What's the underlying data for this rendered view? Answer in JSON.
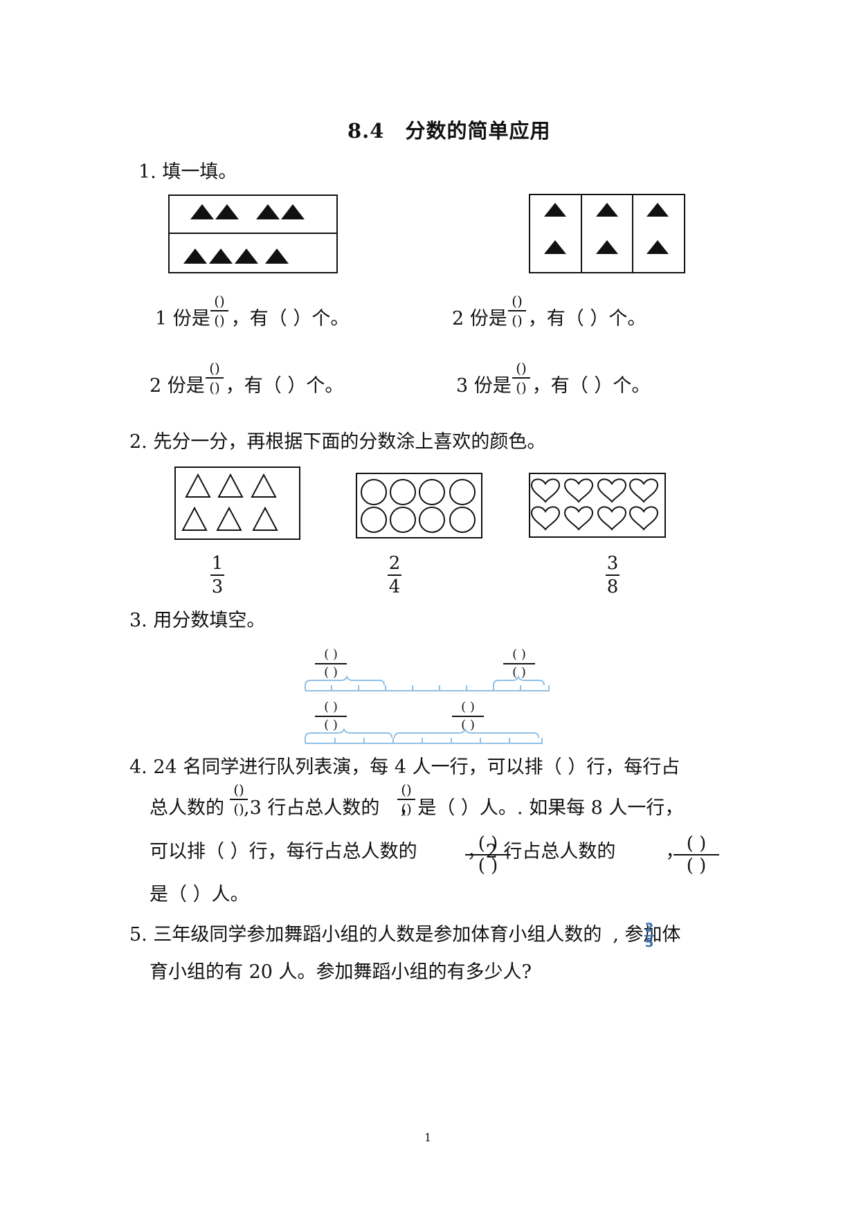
{
  "title": "8.4　分数的简单应用",
  "q1": {
    "label": "1.  填一填。",
    "lines": [
      {
        "prefix": "1 份是",
        "suffix": "，有（    ）个。"
      },
      {
        "prefix": "2 份是",
        "suffix": "，有（    ）个。"
      },
      {
        "prefix": "2 份是",
        "suffix": "，有（    ）个。"
      },
      {
        "prefix": "3 份是",
        "suffix": "，有（    ）个。"
      }
    ],
    "blank": "()"
  },
  "q2": {
    "label": "2. 先分一分，再根据下面的分数涂上喜欢的颜色。",
    "fractions": [
      {
        "num": "1",
        "den": "3"
      },
      {
        "num": "2",
        "den": "4"
      },
      {
        "num": "3",
        "den": "8"
      }
    ]
  },
  "q3": {
    "label": "3.  用分数填空。",
    "blank": "(  )"
  },
  "q4": {
    "line1": "4.  24 名同学进行队列表演，每 4 人一行，可以排（    ）行，每行占",
    "line2_a": "总人数的",
    "line2_b": ",3 行占总人数的",
    "line2_c": "，是（    ）人。. 如果每 8 人一行，",
    "line3_a": "可以排（      ）行，每行占总人数的",
    "line3_b": "，2 行占总人数的",
    "line3_c": "，",
    "line4": "是（    ）人。",
    "blank_small": "()",
    "blank_big": "(     )"
  },
  "q5": {
    "line1_a": "5.  三年级同学参加舞蹈小组的人数是参加体育小组人数的",
    "frac_num": "2",
    "frac_den": "5",
    "line1_b": ", 参加体",
    "line2": "育小组的有 20 人。参加舞蹈小组的有多少人?"
  },
  "footer": {
    "page": "1"
  },
  "colors": {
    "ruler": "#8fc0e6",
    "fraction_blue": "#3a6fb0"
  }
}
